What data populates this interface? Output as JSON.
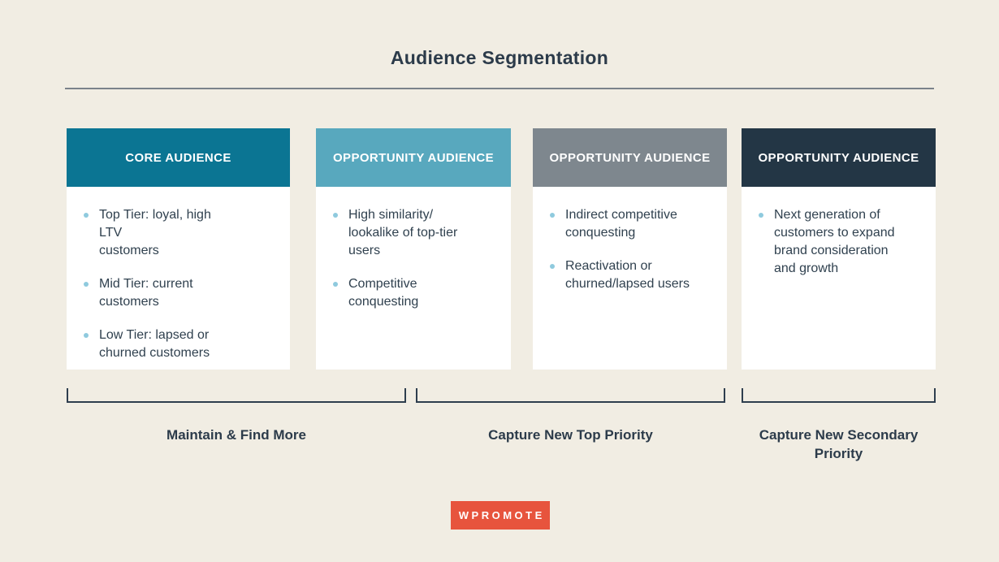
{
  "title": "Audience Segmentation",
  "colors": {
    "background": "#f1ede3",
    "divider": "#7b828a",
    "card_body_bg": "#ffffff",
    "body_text": "#30414f",
    "bullet_dot": "#8fcade",
    "bracket": "#2e3e4e",
    "heading_text": "#2c3b4a",
    "logo_bg": "#e7543d",
    "logo_text": "#ffffff"
  },
  "cards": [
    {
      "title": "CORE AUDIENCE",
      "header_color": "#0b7593",
      "bullets": [
        "Top Tier: loyal, high LTV\ncustomers",
        "Mid Tier: current\ncustomers",
        "Low Tier: lapsed or\nchurned customers"
      ]
    },
    {
      "title": "OPPORTUNITY AUDIENCE",
      "header_color": "#58a8be",
      "bullets": [
        "High similarity/\nlookalike of top-tier\nusers",
        "Competitive\nconquesting"
      ]
    },
    {
      "title": "OPPORTUNITY AUDIENCE",
      "header_color": "#7e878e",
      "bullets": [
        "Indirect competitive\nconquesting",
        "Reactivation or\nchurned/lapsed users"
      ]
    },
    {
      "title": "OPPORTUNITY AUDIENCE",
      "header_color": "#233645",
      "bullets": [
        "Next generation of\ncustomers to expand\nbrand consideration\nand growth"
      ]
    }
  ],
  "groups": [
    {
      "label": "Maintain & Find More"
    },
    {
      "label": "Capture New Top Priority"
    },
    {
      "label": "Capture New Secondary\nPriority"
    }
  ],
  "logo": {
    "text": "WPROMOTE"
  }
}
